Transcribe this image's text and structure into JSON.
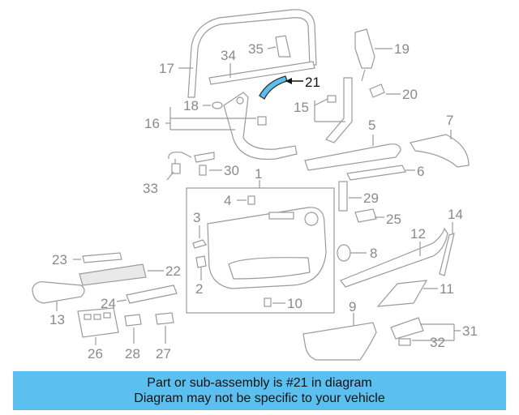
{
  "callouts": {
    "n1": "1",
    "n2": "2",
    "n3": "3",
    "n4": "4",
    "n5": "5",
    "n6": "6",
    "n7": "7",
    "n8": "8",
    "n9": "9",
    "n10": "10",
    "n11": "11",
    "n12": "12",
    "n13": "13",
    "n14": "14",
    "n15": "15",
    "n16": "16",
    "n17": "17",
    "n18": "18",
    "n19": "19",
    "n20": "20",
    "n21": "21",
    "n22": "22",
    "n23": "23",
    "n24": "24",
    "n25": "25",
    "n26": "26",
    "n27": "27",
    "n28": "28",
    "n29": "29",
    "n30": "30",
    "n31": "31",
    "n32": "32",
    "n33": "33",
    "n34": "34",
    "n35": "35"
  },
  "highlighted_part": "21",
  "colors": {
    "highlight": "#5bc0f0",
    "banner": "#5bc0f0",
    "lines": "#9a9a9a"
  },
  "banner": {
    "line1": "Part or sub-assembly is #21 in diagram",
    "line2": "Diagram may not be specific to your vehicle"
  }
}
